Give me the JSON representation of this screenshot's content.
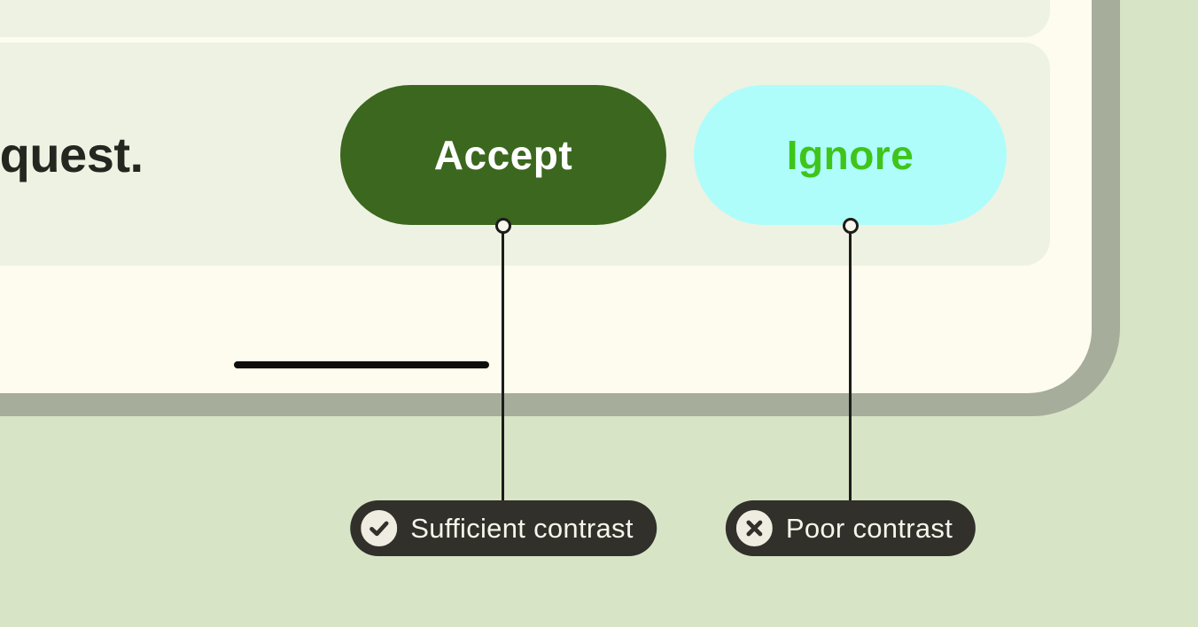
{
  "colors": {
    "page-bg": "#d8e4c6",
    "frame-gray": "#a6ad9b",
    "card-cream": "#fdfcee",
    "panel-green": "#eef2e3",
    "accept-green": "#3b671e",
    "accept-text": "#ffffff",
    "ignore-cyan": "#aefdfb",
    "ignore-text": "#3fc51a",
    "callout-bg": "#31302a",
    "callout-text": "#f7f5ea",
    "icon-circle": "#efede1",
    "ink": "#1c1c19"
  },
  "mock_ui": {
    "message_text": "a request.",
    "accept_button": {
      "label": "Accept"
    },
    "ignore_button": {
      "label": "Ignore"
    }
  },
  "annotations": {
    "sufficient": {
      "label": "Sufficient contrast",
      "icon": "check-circle-icon"
    },
    "poor": {
      "label": "Poor contrast",
      "icon": "x-circle-icon"
    }
  }
}
